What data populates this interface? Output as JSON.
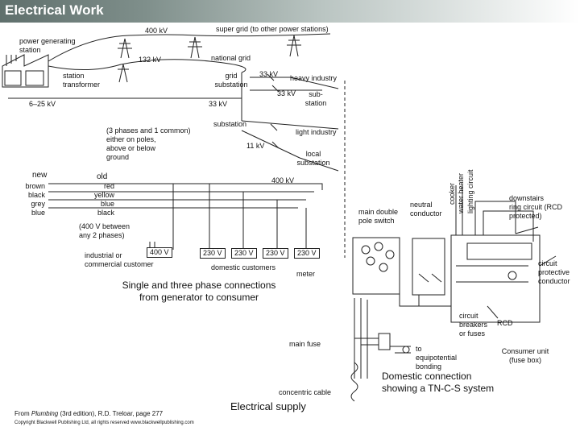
{
  "header": {
    "title": "Electrical Work"
  },
  "labels": {
    "v400_top": "400 kV",
    "super_grid": "super grid (to other power stations)",
    "power_station": "power generating\nstation",
    "v132": "132 kV",
    "national_grid": "national grid",
    "station_transformer": "station\ntransformer",
    "grid_substation": "grid\nsubstation",
    "v33_a": "33 kV",
    "heavy_industry": "heavy industry",
    "v33_b": "33 kV",
    "sub_station": "sub-\nstation",
    "v6_25": "6–25 kV",
    "v33_c": "33 kV",
    "substation": "substation",
    "phases_note": "(3 phases and 1 common)\neither on poles,\nabove or below\nground",
    "light_industry": "light industry",
    "v11": "11 kV",
    "local_substation": "local\nsubstation",
    "new": "new",
    "old": "old",
    "v400_mid": "400 kV",
    "new_colors": "brown\nblack\ngrey\nblue",
    "old_colors": "red\nyellow\nblue\nblack",
    "between_phases": "(400 V between\nany 2 phases)",
    "industrial": "industrial or\ncommercial customer",
    "v400_ind": "400 V",
    "v230_1": "230 V",
    "v230_2": "230 V",
    "v230_3": "230 V",
    "v230_4": "230 V",
    "domestic": "domestic customers",
    "meter": "meter",
    "single_three": "Single and three phase connections\nfrom generator to consumer",
    "main_double_pole": "main double\npole switch",
    "neutral_conductor": "neutral\nconductor",
    "cooker": "cooker",
    "water_heater": "water heater",
    "lighting_circuit": "lighting circuit",
    "downstairs": "downstairs\nring circuit (RCD\nprotected)",
    "cpc": "circuit\nprotective\nconductor",
    "breakers": "circuit\nbreakers\nor fuses",
    "rcd": "RCD",
    "main_fuse": "main fuse",
    "to_equip": "to\nequipotential\nbonding",
    "consumer_unit": "Consumer unit\n(fuse box)",
    "concentric": "concentric cable",
    "domestic_conn": "Domestic connection\nshowing a TN-C-S system",
    "electrical_supply": "Electrical supply",
    "source_italic": "Plumbing",
    "source_pre": "From ",
    "source_post": " (3rd edition), R.D. Treloar, page 277",
    "copyright": "Copyright Blackwell Publishing Ltd, all rights reserved  www.blackwellpublishing.com"
  },
  "colors": {
    "header_dark": "#5f6f6c",
    "header_light": "#ffffff",
    "line": "#222222"
  }
}
